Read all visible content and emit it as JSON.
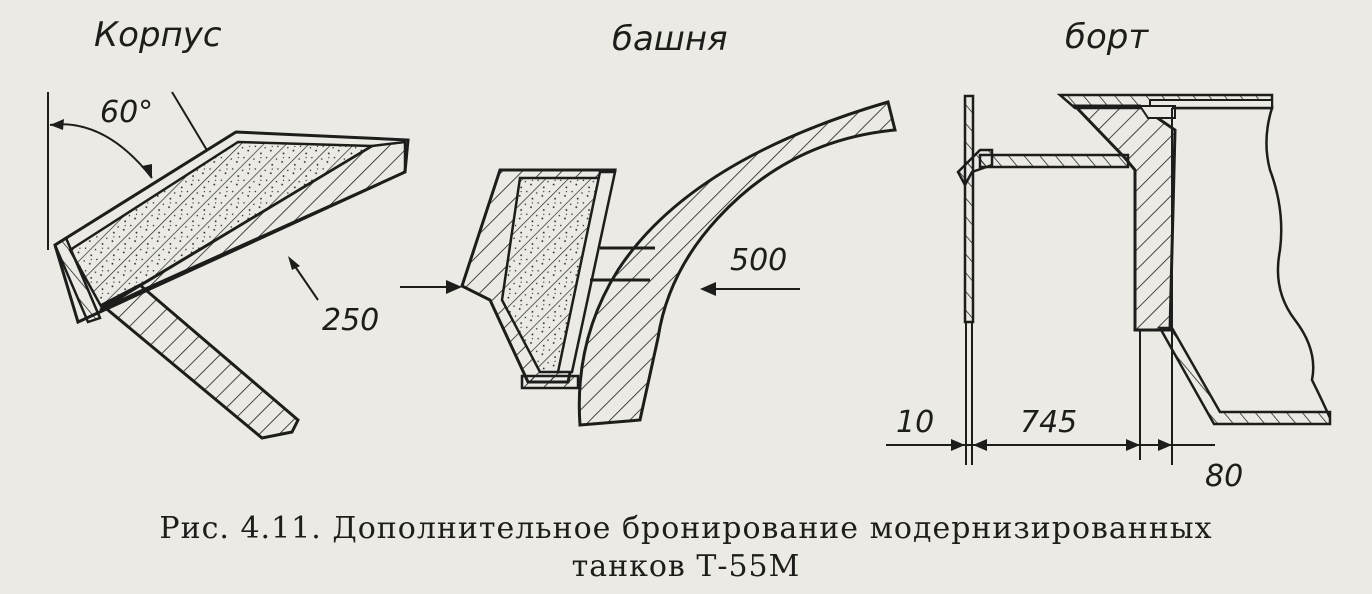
{
  "labels": {
    "hull": "Корпус",
    "turret": "башня",
    "side": "борт"
  },
  "dimensions": {
    "angle": "60°",
    "hull_thickness": "250",
    "turret_thickness": "500",
    "side_gap_left": "10",
    "side_gap_mid": "745",
    "side_gap_right": "80"
  },
  "caption": {
    "line1": "Рис. 4.11. Дополнительное бронирование модернизированных",
    "line2": "танков Т-55М"
  },
  "colors": {
    "ink": "#1d1d1b",
    "paper": "#ebeae4"
  }
}
